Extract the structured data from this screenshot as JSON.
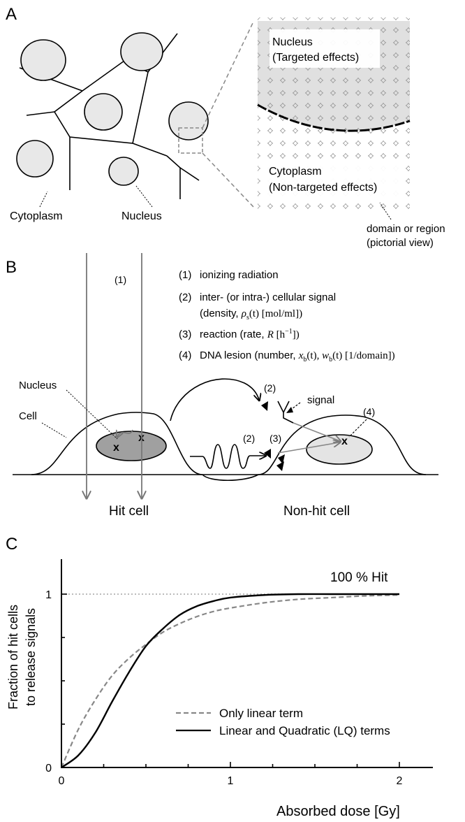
{
  "panel_a": {
    "label": "A",
    "cytoplasm_label": "Cytoplasm",
    "nucleus_label": "Nucleus",
    "inset_nucleus_line1": "Nucleus",
    "inset_nucleus_line2": "(Targeted effects)",
    "inset_cytoplasm_line1": "Cytoplasm",
    "inset_cytoplasm_line2": "(Non-targeted effects)",
    "domain_line1": "domain or region",
    "domain_line2": "(pictorial view)"
  },
  "panel_b": {
    "label": "B",
    "legend_1_num": "(1)",
    "legend_1": "ionizing radiation",
    "legend_2_num": "(2)",
    "legend_2_line1": "inter- (or intra-) cellular signal",
    "legend_2_line2_pre": "(density, ",
    "legend_2_rho": "ρ",
    "legend_2_sub": "s",
    "legend_2_line2_post": "(t) [mol/ml])",
    "legend_3_num": "(3)",
    "legend_3_pre": "reaction (rate, ",
    "legend_3_R": "R",
    "legend_3_unit": " [h",
    "legend_3_exp": "−1",
    "legend_3_post": "])",
    "legend_4_num": "(4)",
    "legend_4_pre": "DNA lesion (number, ",
    "legend_4_x": "x",
    "legend_4_xsub": "b",
    "legend_4_mid": "(t), ",
    "legend_4_w": "w",
    "legend_4_wsub": "b",
    "legend_4_post": "(t) [1/domain])",
    "tag_1": "(1)",
    "tag_2a": "(2)",
    "tag_2b": "(2)",
    "tag_3": "(3)",
    "tag_4": "(4)",
    "nucleus_label": "Nucleus",
    "cell_label": "Cell",
    "signal_label": "signal",
    "lesion_mark": "x",
    "hit_cell_label": "Hit cell",
    "nonhit_cell_label": "Non-hit cell"
  },
  "panel_c": {
    "label": "C",
    "annotation": "100 % Hit",
    "colors": {
      "linear": "#888888",
      "lq": "#000000",
      "reference": "#bbbbbb"
    }
  },
  "chart_data": {
    "type": "line",
    "xlabel": "Absorbed dose [Gy]",
    "ylabel": "Fraction of hit cells to release signals",
    "xlim": [
      0,
      2.2
    ],
    "ylim": [
      0,
      1.2
    ],
    "xticks": [
      0,
      1,
      2
    ],
    "yticks": [
      0,
      1
    ],
    "xtick_labels": [
      "0",
      "1",
      "2"
    ],
    "ytick_labels": [
      "0",
      "1"
    ],
    "legend_position": "bottom-right",
    "reference_line": {
      "y": 1,
      "style": "dotted"
    },
    "series": [
      {
        "name": "Only linear term",
        "style": "dashed",
        "x": [
          0,
          0.1,
          0.2,
          0.3,
          0.4,
          0.5,
          0.6,
          0.7,
          0.8,
          0.9,
          1.0,
          1.2,
          1.4,
          1.6,
          1.8,
          2.0
        ],
        "y": [
          0,
          0.22,
          0.39,
          0.53,
          0.63,
          0.71,
          0.78,
          0.83,
          0.87,
          0.9,
          0.92,
          0.95,
          0.97,
          0.98,
          0.99,
          0.995
        ]
      },
      {
        "name": "Linear and Quadratic (LQ) terms",
        "style": "solid",
        "x": [
          0,
          0.1,
          0.2,
          0.3,
          0.4,
          0.5,
          0.6,
          0.7,
          0.8,
          0.9,
          1.0,
          1.2,
          1.4,
          1.6,
          1.8,
          2.0
        ],
        "y": [
          0,
          0.07,
          0.2,
          0.38,
          0.55,
          0.7,
          0.8,
          0.88,
          0.93,
          0.96,
          0.98,
          0.995,
          1,
          1,
          1,
          1
        ]
      }
    ]
  }
}
